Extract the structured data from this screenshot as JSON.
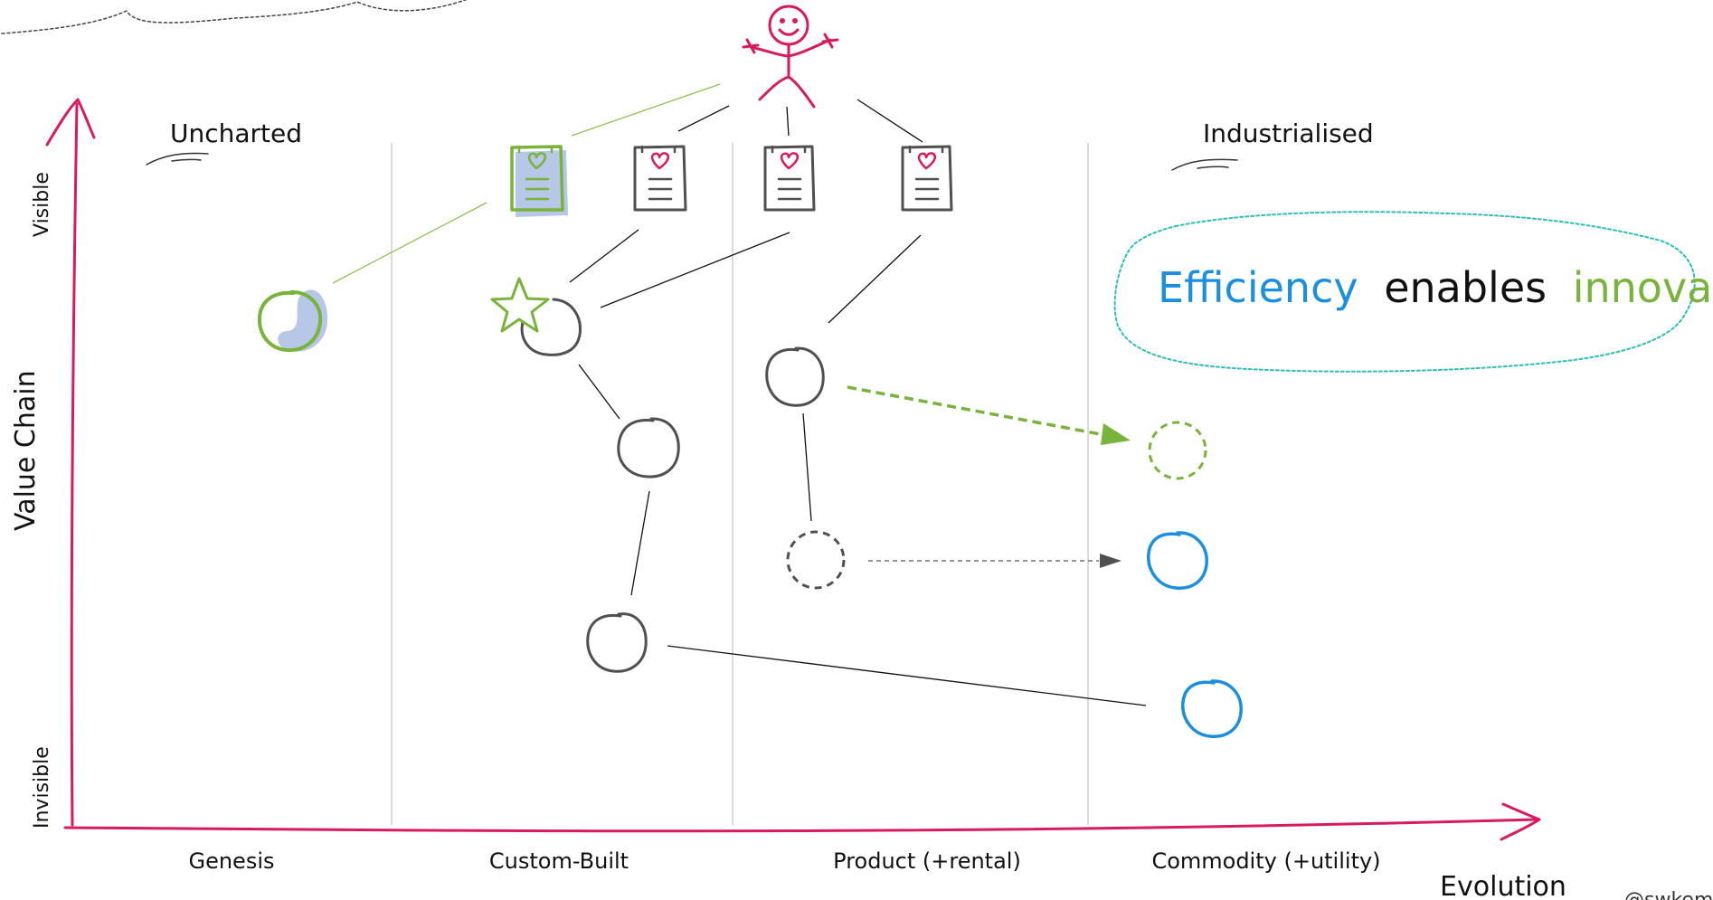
{
  "regions": {
    "left": "Uncharted",
    "right": "Industrialised"
  },
  "axes": {
    "y_title": "Value Chain",
    "y_top": "Visible",
    "y_bottom": "Invisible",
    "x_title": "Evolution"
  },
  "stages": [
    "Genesis",
    "Custom-Built",
    "Product (+rental)",
    "Commodity (+utility)"
  ],
  "callout": {
    "word1": "Efficiency",
    "word2": "enables",
    "word3": "innovation"
  },
  "credit": "@swkem",
  "colors": {
    "axis": "#d81b60",
    "user": "#d81b60",
    "innovation": "#78b33a",
    "commodity": "#1a8fe0",
    "component": "#505050",
    "link": "#111111",
    "callout_border": "#2bbfb6",
    "shadow": "#a9bde3"
  },
  "icons": {
    "user": "stick-figure-user-icon",
    "need": "heart-document-icon",
    "component": "circle-component-icon",
    "differentiator": "star-icon"
  }
}
